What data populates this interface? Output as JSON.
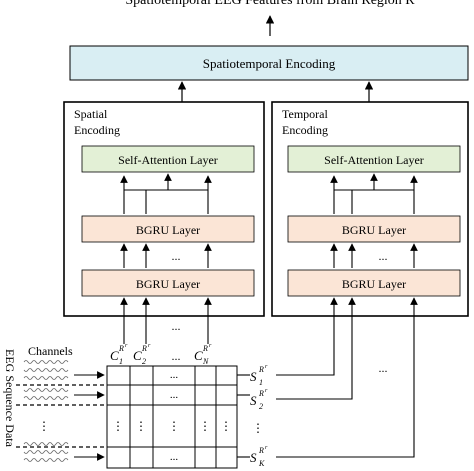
{
  "top_output": "Spatiotemporal EEG Features from Brain Region R",
  "encoding": {
    "label": "Spatiotemporal Encoding",
    "fill": "#d9eef3"
  },
  "spatial": {
    "title_line1": "Spatial",
    "title_line2": "Encoding",
    "attention": "Self-Attention Layer",
    "bgru_upper": "BGRU Layer",
    "bgru_lower": "BGRU Layer",
    "dots": "..."
  },
  "temporal": {
    "title_line1": "Temporal",
    "title_line2": "Encoding",
    "attention": "Self-Attention Layer",
    "bgru_upper": "BGRU Layer",
    "bgru_lower": "BGRU Layer",
    "dots": "..."
  },
  "colors": {
    "attention_fill": "#e3f0d6",
    "bgru_fill": "#fbe5d6",
    "encoding_fill": "#d9eef3"
  },
  "inputs": {
    "channels_label": "Channels",
    "sequence_label": "EEG Sequence Data",
    "dots": "...",
    "vdots": "⋮",
    "column_labels": [
      {
        "base": "C",
        "sup": "R",
        "supsup": "r",
        "sub": "1"
      },
      {
        "base": "C",
        "sup": "R",
        "supsup": "r",
        "sub": "2"
      },
      {
        "base": "C",
        "sup": "R",
        "supsup": "r",
        "sub": "N"
      }
    ],
    "row_labels": [
      {
        "base": "S",
        "sup": "R",
        "supsup": "r",
        "sub": "1"
      },
      {
        "base": "S",
        "sup": "R",
        "supsup": "r",
        "sub": "2"
      },
      {
        "base": "S",
        "sup": "R",
        "supsup": "r",
        "sub": "K"
      }
    ]
  }
}
